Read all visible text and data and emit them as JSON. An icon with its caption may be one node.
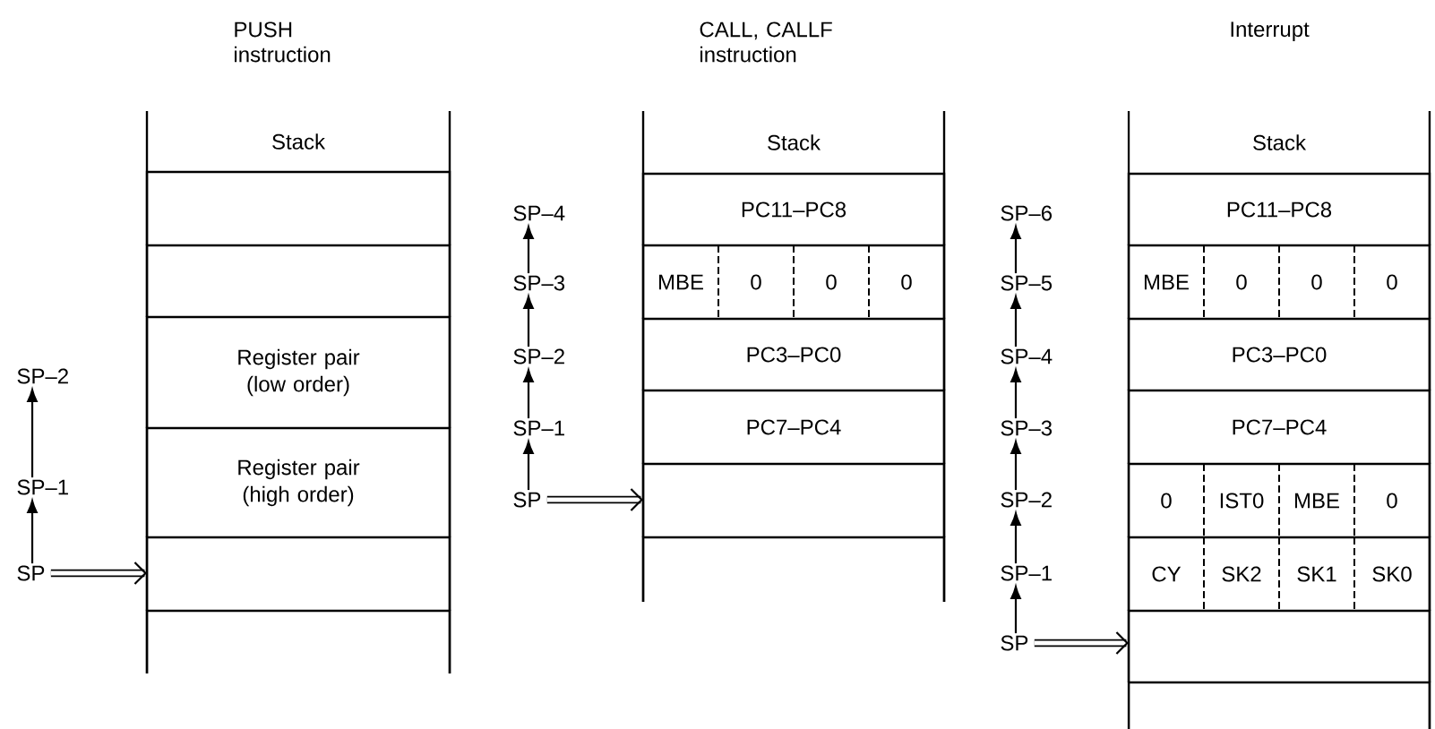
{
  "diagram": {
    "nodes": [
      {
        "text": [
          "PUSH instruction",
          "Stack"
        ]
      },
      {
        "text": [],
        "shape": "box",
        "in": 0
      },
      {
        "text": [],
        "shape": "box",
        "in": 0
      },
      {
        "text": [
          "Register pair (low order)"
        ],
        "in": 0
      },
      {
        "text": [
          "Register pair (high order)"
        ],
        "in": 0
      },
      {
        "text": [],
        "shape": "box",
        "in": 0
      },
      {
        "text": [],
        "shape": "box",
        "in": 0
      },
      {
        "text": [
          "SP–2"
        ]
      },
      {
        "text": [
          "SP–1"
        ]
      },
      {
        "text": [
          "SP"
        ]
      },
      {
        "text": [
          "CALL, CALLF instruction",
          "Stack"
        ]
      },
      {
        "text": [
          "PC11–PC8"
        ],
        "in": 10
      },
      {
        "text": [
          "MBE",
          "0",
          "0",
          "0"
        ],
        "in": 10
      },
      {
        "text": [
          "PC3–PC0"
        ],
        "in": 10
      },
      {
        "text": [
          "PC7–PC4"
        ],
        "in": 10
      },
      {
        "text": [],
        "shape": "box",
        "in": 10
      },
      {
        "text": [],
        "shape": "box",
        "in": 10
      },
      {
        "text": [
          "SP–4"
        ]
      },
      {
        "text": [
          "SP–3"
        ]
      },
      {
        "text": [
          "SP–2"
        ]
      },
      {
        "text": [
          "SP–1"
        ]
      },
      {
        "text": [
          "SP"
        ]
      },
      {
        "text": [
          "Interrupt",
          "Stack"
        ]
      },
      {
        "text": [
          "PC11–PC8"
        ],
        "in": 22
      },
      {
        "text": [
          "MBE",
          "0",
          "0",
          "0"
        ],
        "in": 22
      },
      {
        "text": [
          "PC3–PC0"
        ],
        "in": 22
      },
      {
        "text": [
          "PC7–PC4"
        ],
        "in": 22
      },
      {
        "text": [
          "0",
          "IST0",
          "MBE",
          "0"
        ],
        "in": 22
      },
      {
        "text": [
          "CY",
          "SK2",
          "SK1",
          "SK0"
        ],
        "in": 22
      },
      {
        "text": [],
        "shape": "box",
        "in": 22
      },
      {
        "text": [],
        "shape": "box",
        "in": 22
      },
      {
        "text": [
          "SP–6"
        ]
      },
      {
        "text": [
          "SP–5"
        ]
      },
      {
        "text": [
          "SP–4"
        ]
      },
      {
        "text": [
          "SP–3"
        ]
      },
      {
        "text": [
          "SP–2"
        ]
      },
      {
        "text": [
          "SP–1"
        ]
      },
      {
        "text": [
          "SP"
        ]
      }
    ],
    "edges": [
      {
        "from": 9,
        "to": 8,
        "arrow": "to"
      },
      {
        "from": 8,
        "to": 7,
        "arrow": "to"
      },
      {
        "from": 9,
        "to": 5,
        "arrow": "to",
        "style": "thick"
      },
      {
        "from": 21,
        "to": 20,
        "arrow": "to"
      },
      {
        "from": 20,
        "to": 19,
        "arrow": "to"
      },
      {
        "from": 19,
        "to": 18,
        "arrow": "to"
      },
      {
        "from": 18,
        "to": 17,
        "arrow": "to"
      },
      {
        "from": 21,
        "to": 15,
        "arrow": "to",
        "style": "thick"
      },
      {
        "from": 37,
        "to": 36,
        "arrow": "to"
      },
      {
        "from": 36,
        "to": 35,
        "arrow": "to"
      },
      {
        "from": 35,
        "to": 34,
        "arrow": "to"
      },
      {
        "from": 34,
        "to": 33,
        "arrow": "to"
      },
      {
        "from": 33,
        "to": 32,
        "arrow": "to"
      },
      {
        "from": 32,
        "to": 31,
        "arrow": "to"
      },
      {
        "from": 37,
        "to": 29,
        "arrow": "to",
        "style": "thick"
      }
    ]
  }
}
